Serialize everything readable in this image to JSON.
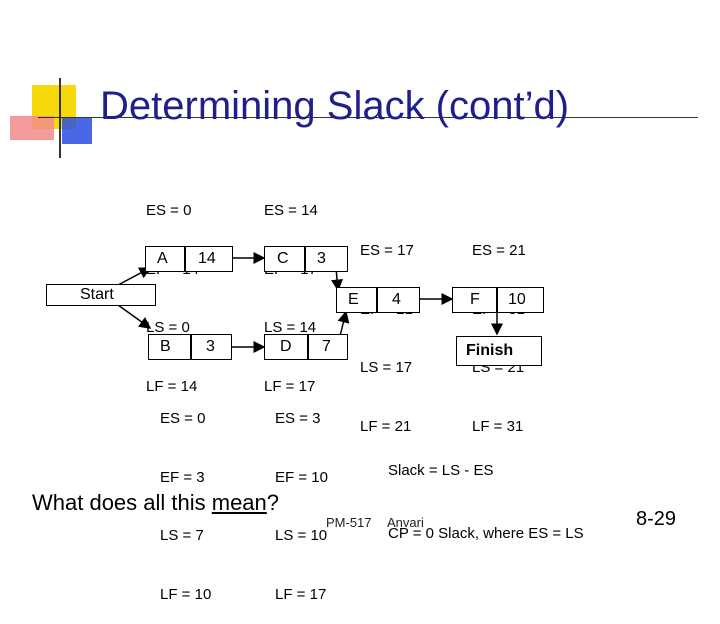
{
  "title": "Determining Slack (cont’d)",
  "nodes": {
    "start": {
      "label": "Start"
    },
    "finish": {
      "label": "Finish"
    },
    "A": {
      "name": "A",
      "duration": "14",
      "es": "ES = 0",
      "ef": "EF = 14",
      "ls": "LS = 0",
      "lf": "LF = 14"
    },
    "B": {
      "name": "B",
      "duration": "3",
      "es": "ES = 0",
      "ef": "EF = 3",
      "ls": "LS = 7",
      "lf": "LF = 10"
    },
    "C": {
      "name": "C",
      "duration": "3",
      "es": "ES = 14",
      "ef": "EF = 17",
      "ls": "LS = 14",
      "lf": "LF = 17"
    },
    "D": {
      "name": "D",
      "duration": "7",
      "es": "ES = 3",
      "ef": "EF = 10",
      "ls": "LS = 10",
      "lf": "LF = 17"
    },
    "E": {
      "name": "E",
      "duration": "4",
      "es": "ES = 17",
      "ef": "EF = 21",
      "ls": "LS = 17",
      "lf": "LF = 21"
    },
    "F": {
      "name": "F",
      "duration": "10",
      "es": "ES = 21",
      "ef": "EF = 31",
      "ls": "LS = 21",
      "lf": "LF = 31"
    }
  },
  "notes": {
    "slack_formula": "Slack = LS - ES",
    "cp_rule": "CP = 0 Slack, where ES = LS"
  },
  "question": {
    "prefix": "What does all this ",
    "emphasis": "mean",
    "suffix": "?"
  },
  "footer": {
    "course": "PM-517",
    "author": "Anvari",
    "page": "8-29"
  },
  "colors": {
    "title": "#1f1f8c",
    "deco_yellow": "#f5d90a",
    "deco_red": "#f06a6a",
    "deco_blue": "#2a4ee0"
  }
}
